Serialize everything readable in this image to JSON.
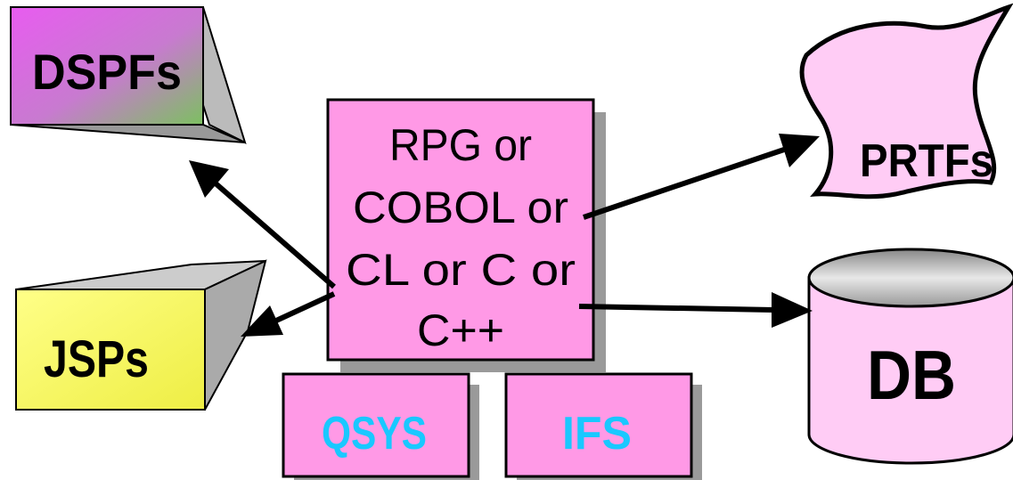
{
  "colors": {
    "box_fill": "#ff99e6",
    "shadow": "#9a9a9a",
    "outline": "#000000",
    "storage_label": "#19c8ff",
    "dspf_gradient": [
      "#e85cf0",
      "#7cc060"
    ],
    "jsp_fill": "#ffff66",
    "bezel": "#bbbbbb",
    "printout_fill": "#ffccf5",
    "db_fill": "#ffccf5",
    "db_top": "#c0c0c0"
  },
  "center": {
    "lines": [
      "RPG or",
      "COBOL or",
      "CL or C or",
      "C++"
    ]
  },
  "nodes": {
    "dspf": {
      "label": "DSPFs",
      "icon": "display-file-icon"
    },
    "jsp": {
      "label": "JSPs",
      "icon": "jsp-display-icon"
    },
    "prtf": {
      "label": "PRTFs",
      "icon": "printout-icon"
    },
    "db": {
      "label": "DB",
      "icon": "database-cylinder-icon"
    },
    "qsys": {
      "label": "QSYS"
    },
    "ifs": {
      "label": "IFS"
    }
  }
}
